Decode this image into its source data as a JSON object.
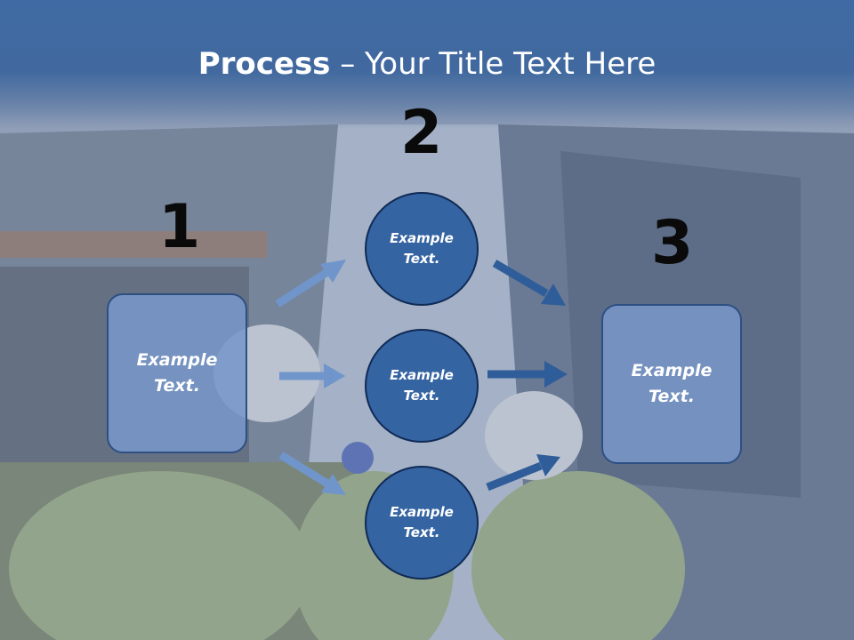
{
  "slide": {
    "title_bold": "Process",
    "title_rest": " – Your Title Text Here",
    "step_numbers": [
      "1",
      "2",
      "3"
    ],
    "left_box_text": "Example\nText.",
    "right_box_text": "Example\nText.",
    "circles": [
      {
        "text": "Example\nText."
      },
      {
        "text": "Example\nText."
      },
      {
        "text": "Example\nText."
      }
    ],
    "colors": {
      "header": "#3f6aa3",
      "circle_fill": "#3564a2",
      "box_fill": "#7896c8",
      "arrow_light": "#6f95cb",
      "arrow_dark": "#2f5d99"
    }
  }
}
